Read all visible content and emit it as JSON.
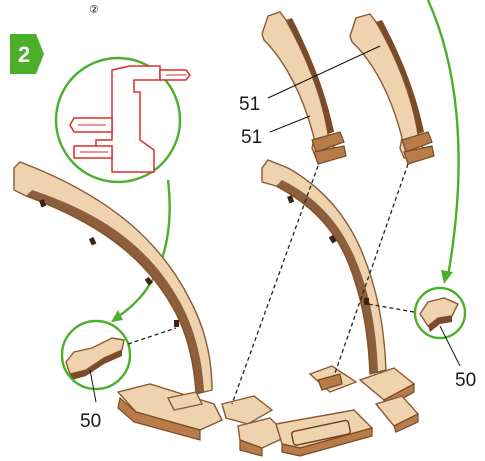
{
  "step": {
    "number": "2",
    "previous_marker": "②",
    "badge_color": "#4caf2c"
  },
  "labels": {
    "upper_part_a": "51",
    "upper_part_b": "51",
    "left_small_part": "50",
    "right_small_part": "50"
  },
  "colors": {
    "wood": "#efd2ae",
    "wood_edge": "#8a5a33",
    "callout_ring": "#4caf2c",
    "highlight": "#e02a2a"
  }
}
